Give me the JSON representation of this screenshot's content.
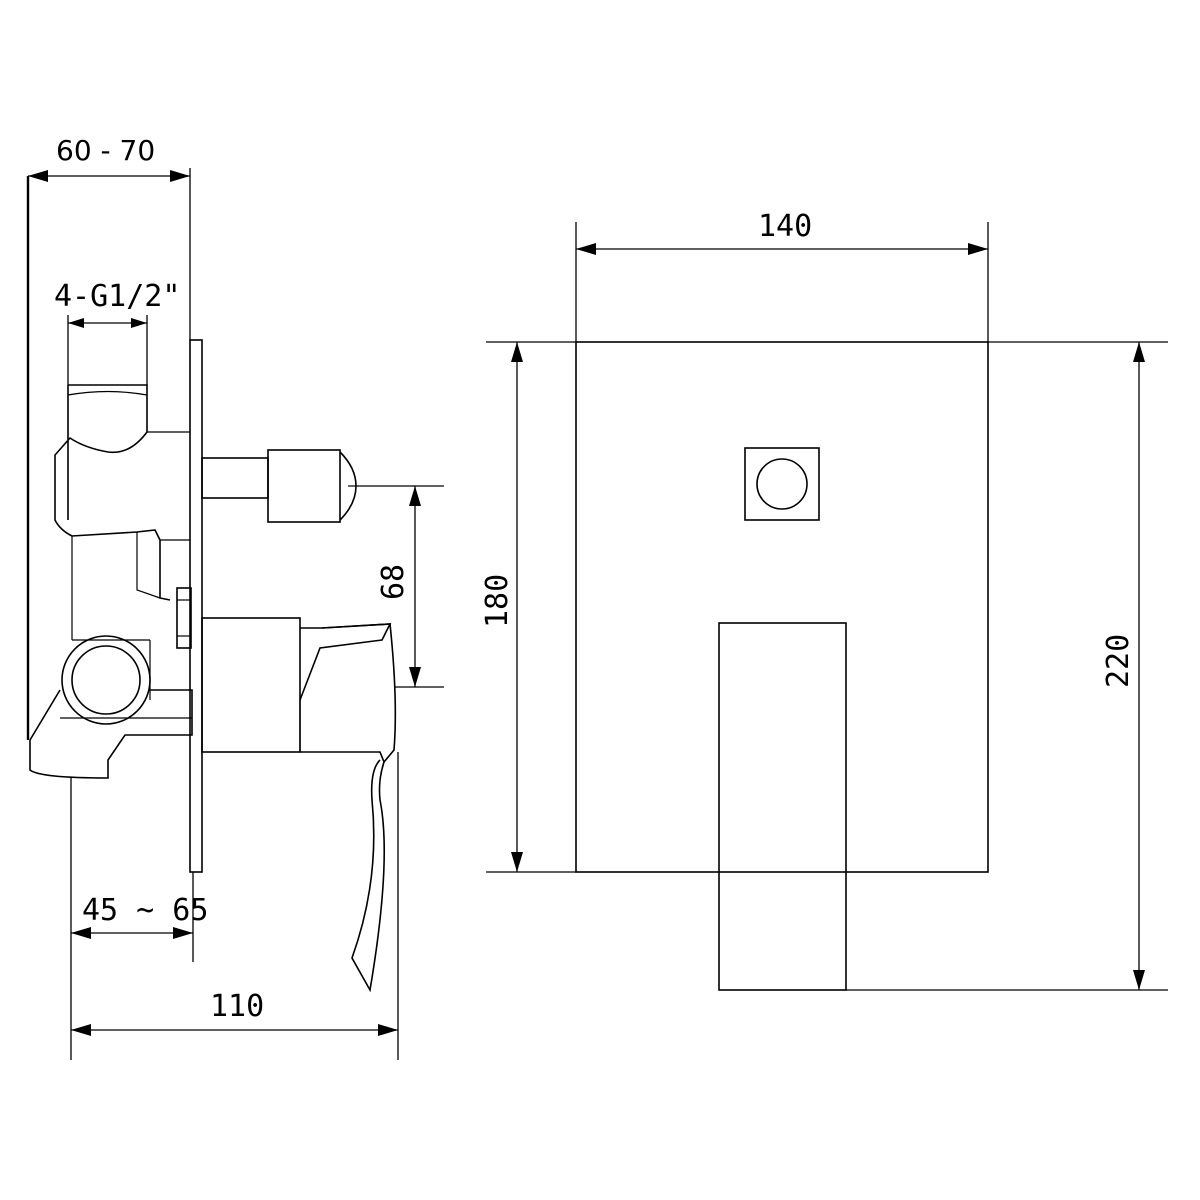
{
  "dimensions": {
    "overall_depth": "60 - 70",
    "connection": "4-G1/2\"",
    "handle_spacing": "68",
    "plate_height": "180",
    "plate_width": "140",
    "total_height": "220",
    "wall_depth": "45 ~ 65",
    "handle_projection": "110"
  }
}
